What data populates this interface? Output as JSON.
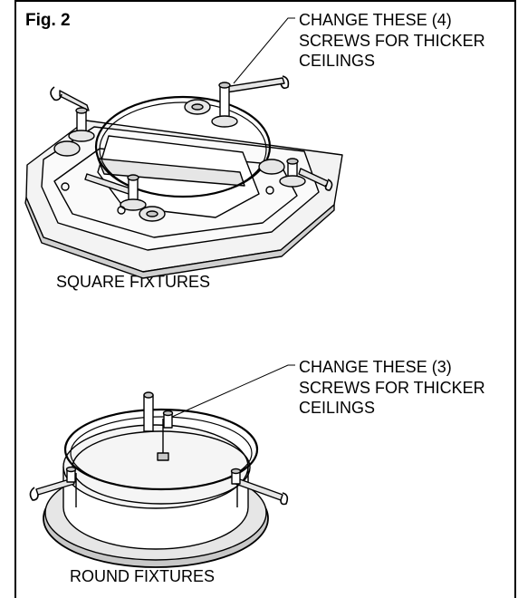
{
  "figure": {
    "label": "Fig. 2"
  },
  "square": {
    "callout_lines": [
      "CHANGE THESE (4)",
      "SCREWS FOR THICKER",
      "CEILINGS"
    ],
    "caption": "SQUARE FIXTURES"
  },
  "round": {
    "callout_lines": [
      "CHANGE THESE (3)",
      "SCREWS FOR THICKER",
      "CEILINGS"
    ],
    "caption": "ROUND FIXTURES"
  },
  "colors": {
    "ink": "#000000",
    "fill_light": "#e6e6e6",
    "fill_mid": "#c8c8c8",
    "background": "#ffffff"
  }
}
